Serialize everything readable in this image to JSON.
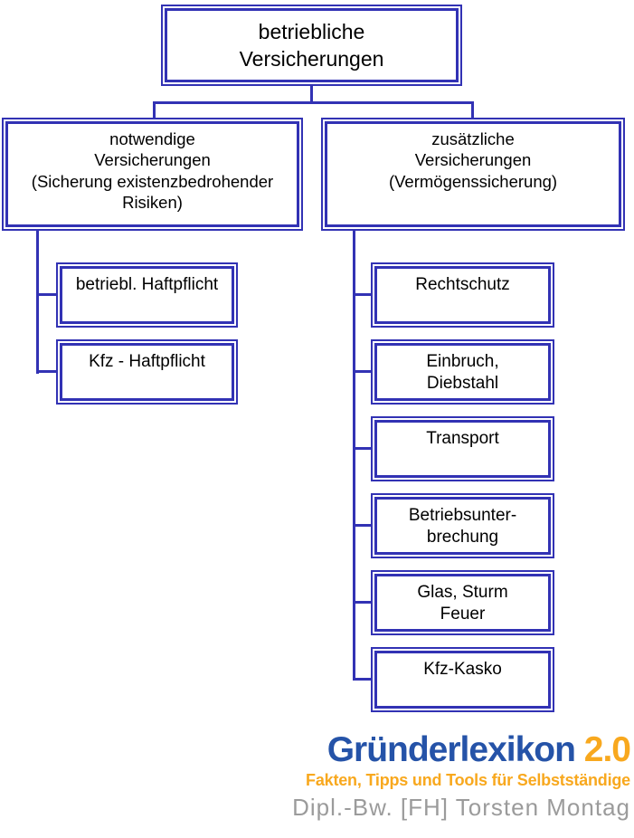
{
  "colors": {
    "box_border": "#3232b4",
    "logo_blue": "#2553a8",
    "logo_orange": "#f8a81e",
    "author_gray": "#9b9b9b"
  },
  "chart_data": {
    "type": "diagram-tree",
    "root": {
      "label": "betriebliche\nVersicherungen"
    },
    "left_branch": {
      "label": "notwendige\nVersicherungen\n(Sicherung existenzbedrohender\nRisiken)",
      "children": [
        "betriebl. Haftpflicht",
        "Kfz - Haftpflicht"
      ]
    },
    "right_branch": {
      "label": "zusätzliche\nVersicherungen\n(Vermögenssicherung)",
      "children": [
        "Rechtschutz",
        "Einbruch,\nDiebstahl",
        "Transport",
        "Betriebsunter-\nbrechung",
        "Glas, Sturm\nFeuer",
        "Kfz-Kasko"
      ]
    }
  },
  "footer": {
    "brand": "Gründerlexikon",
    "version": "2.0",
    "tagline": "Fakten, Tipps und Tools für Selbstständige",
    "author": "Dipl.-Bw. [FH] Torsten Montag"
  }
}
